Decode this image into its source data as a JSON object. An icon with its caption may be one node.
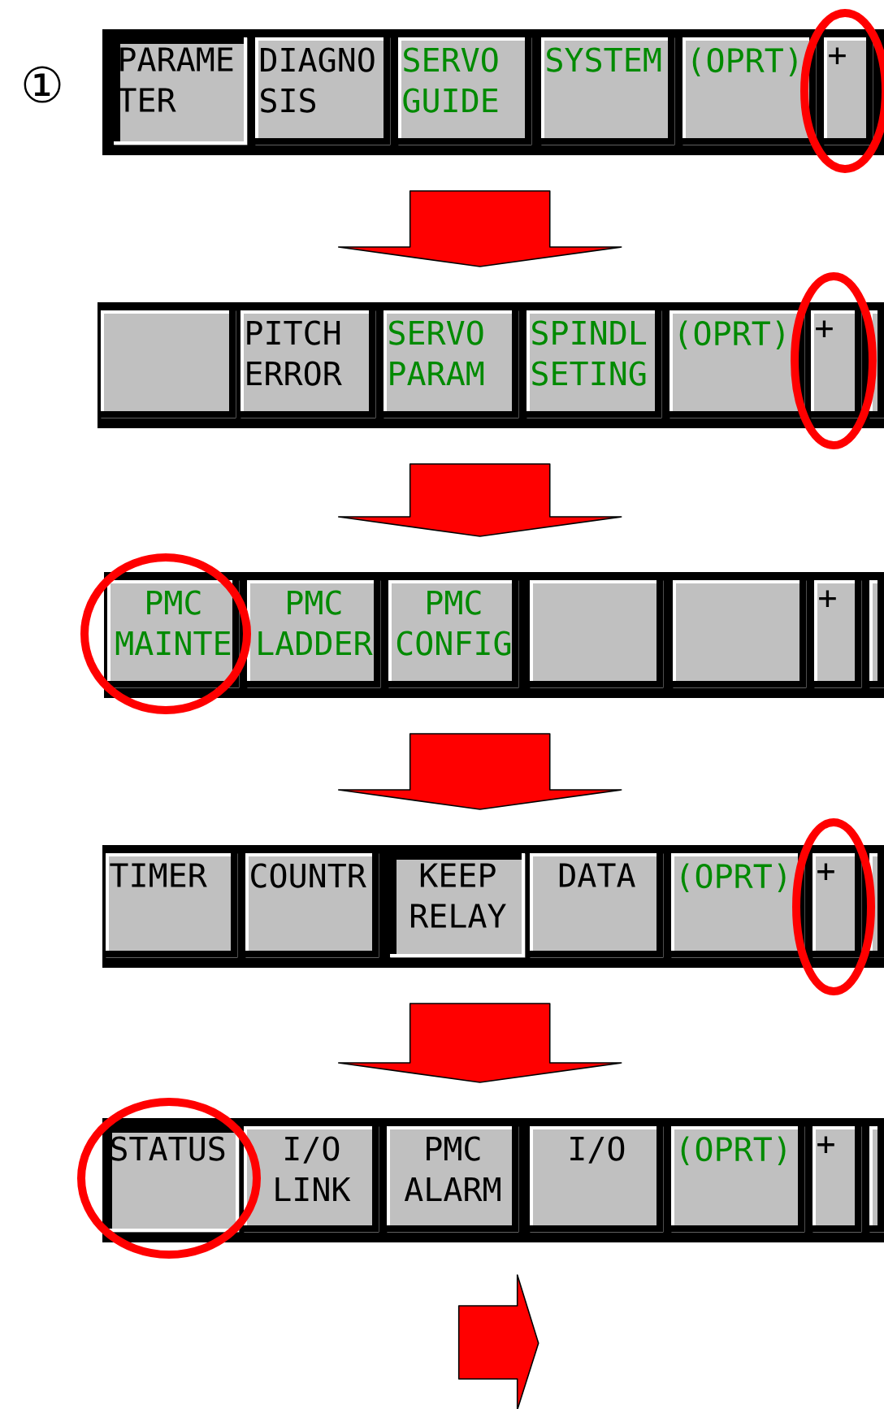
{
  "diagram": {
    "nodes": [
      {
        "text": [],
        "shape": "bar"
      },
      {
        "text": [
          "PARAME TER"
        ],
        "in": 0
      },
      {
        "text": [
          "DIAGNO SIS"
        ],
        "in": 0
      },
      {
        "text": [
          "SERVO GUIDE"
        ],
        "in": 0
      },
      {
        "text": [
          "SYSTEM"
        ],
        "in": 0
      },
      {
        "text": [
          "(OPRT)"
        ],
        "in": 0
      },
      {
        "text": [
          "+"
        ],
        "in": 0
      },
      {
        "text": [],
        "shape": "bar"
      },
      {
        "text": [],
        "shape": "box",
        "in": 7
      },
      {
        "text": [
          "PITCH ERROR"
        ],
        "in": 7
      },
      {
        "text": [
          "SERVO PARAM"
        ],
        "in": 7
      },
      {
        "text": [
          "SPINDL SETING"
        ],
        "in": 7
      },
      {
        "text": [
          "(OPRT)"
        ],
        "in": 7
      },
      {
        "text": [
          "+"
        ],
        "in": 7
      },
      {
        "text": [],
        "shape": "box",
        "in": 7
      },
      {
        "text": [],
        "shape": "bar"
      },
      {
        "text": [
          "PMC MAINTE"
        ],
        "in": 15
      },
      {
        "text": [
          "PMC LADDER"
        ],
        "in": 15
      },
      {
        "text": [
          "PMC CONFIG"
        ],
        "in": 15
      },
      {
        "text": [],
        "shape": "box",
        "in": 15
      },
      {
        "text": [],
        "shape": "box",
        "in": 15
      },
      {
        "text": [
          "+"
        ],
        "in": 15
      },
      {
        "text": [],
        "shape": "box",
        "in": 15
      },
      {
        "text": [],
        "shape": "bar"
      },
      {
        "text": [
          "TIMER"
        ],
        "in": 23
      },
      {
        "text": [
          "COUNTR"
        ],
        "in": 23
      },
      {
        "text": [
          "KEEP RELAY"
        ],
        "in": 23
      },
      {
        "text": [
          "DATA"
        ],
        "in": 23
      },
      {
        "text": [
          "(OPRT)"
        ],
        "in": 23
      },
      {
        "text": [
          "+"
        ],
        "in": 23
      },
      {
        "text": [],
        "shape": "box",
        "in": 23
      },
      {
        "text": [],
        "shape": "bar"
      },
      {
        "text": [
          "STATUS"
        ],
        "in": 31
      },
      {
        "text": [
          "I/O LINK"
        ],
        "in": 31
      },
      {
        "text": [
          "PMC ALARM"
        ],
        "in": 31
      },
      {
        "text": [
          "I/O"
        ],
        "in": 31
      },
      {
        "text": [
          "(OPRT)"
        ],
        "in": 31
      },
      {
        "text": [
          "+"
        ],
        "in": 31
      },
      {
        "text": [],
        "shape": "box",
        "in": 31
      }
    ],
    "edges": [
      {
        "from": 0,
        "to": 7,
        "arrow": "to"
      },
      {
        "from": 7,
        "to": 15,
        "arrow": "to"
      },
      {
        "from": 15,
        "to": 23,
        "arrow": "to"
      },
      {
        "from": 23,
        "to": 31,
        "arrow": "to"
      },
      {
        "from": 31,
        "to": null,
        "arrow": "to"
      }
    ],
    "labels": [
      "①"
    ]
  }
}
